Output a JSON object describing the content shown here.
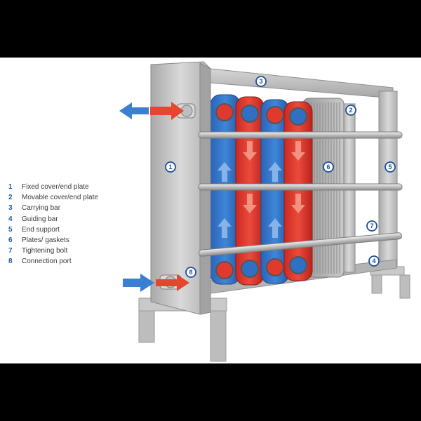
{
  "legend": [
    {
      "num": "1",
      "label": "Fixed cover/end plate"
    },
    {
      "num": "2",
      "label": "Movable cover/end plate"
    },
    {
      "num": "3",
      "label": "Carrying bar"
    },
    {
      "num": "4",
      "label": "Guiding bar"
    },
    {
      "num": "5",
      "label": "End support"
    },
    {
      "num": "6",
      "label": "Plates/ gaskets"
    },
    {
      "num": "7",
      "label": "Tightening bolt"
    },
    {
      "num": "8",
      "label": "Connection port"
    }
  ],
  "callouts": {
    "fixed_cover": "1",
    "movable_cover": "2",
    "carrying_bar": "3",
    "guiding_bar": "4",
    "end_support": "5",
    "plates": "6",
    "tightening_bolt": "7",
    "connection_port": "8"
  },
  "colors": {
    "hot": "#e03a2f",
    "cold": "#2f6fc4",
    "frame": "#bcbcbc",
    "callout_ring": "#1d4e9c"
  }
}
